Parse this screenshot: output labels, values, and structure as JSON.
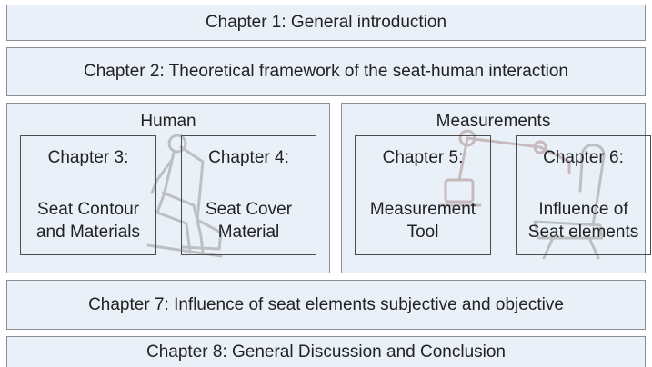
{
  "chapters": {
    "ch1": "Chapter 1: General introduction",
    "ch2": "Chapter 2: Theoretical framework of the seat-human interaction",
    "ch7": "Chapter 7: Influence of seat elements subjective and objective",
    "ch8": "Chapter 8: General Discussion and Conclusion"
  },
  "groups": {
    "human": {
      "label": "Human",
      "ch3": {
        "title": "Chapter 3:",
        "line1": "Seat Contour",
        "line2": "and Materials"
      },
      "ch4": {
        "title": "Chapter 4:",
        "line1": "Seat Cover",
        "line2": "Material"
      }
    },
    "measurements": {
      "label": "Measurements",
      "ch5": {
        "title": "Chapter 5:",
        "line1": "Measurement",
        "line2": "Tool"
      },
      "ch6": {
        "title": "Chapter 6:",
        "line1": "Influence of",
        "line2": "Seat elements"
      }
    }
  },
  "icons": [
    "seated-mannequin-icon",
    "robot-arm-icon",
    "car-seat-icon"
  ],
  "colors": {
    "panel_fill": "#eaf0f7",
    "panel_border": "#8a8f96",
    "chapter_border": "#4d4d4d"
  }
}
